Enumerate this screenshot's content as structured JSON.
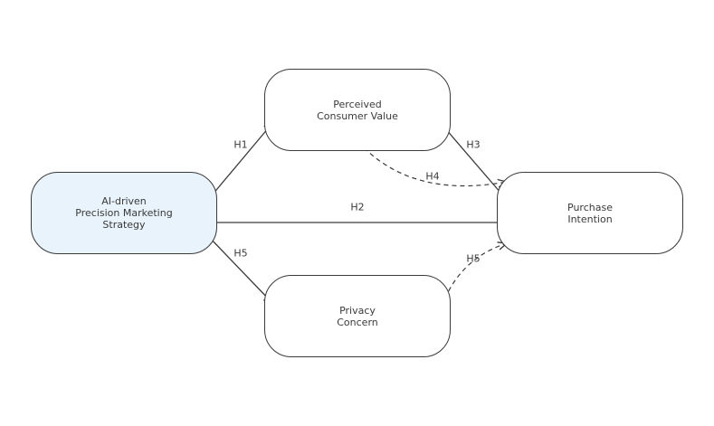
{
  "colors": {
    "stroke": "#3a3a3a",
    "accent_fill": "#e8f3fb",
    "background": "#ffffff"
  },
  "nodes": {
    "ai_strategy": {
      "lines": [
        "AI-driven",
        "Precision Marketing",
        "Strategy"
      ]
    },
    "perceived_value": {
      "lines": [
        "Perceived",
        "Consumer Value"
      ]
    },
    "privacy_concern": {
      "lines": [
        "Privacy",
        "Concern"
      ]
    },
    "purchase_intention": {
      "lines": [
        "Purchase",
        "Intention"
      ]
    }
  },
  "edges": {
    "h1": {
      "label": "H1",
      "style": "solid"
    },
    "h2": {
      "label": "H2",
      "style": "solid"
    },
    "h3": {
      "label": "H3",
      "style": "solid"
    },
    "h4": {
      "label": "H4",
      "style": "dashed"
    },
    "h5_privacy": {
      "label": "H5",
      "style": "solid"
    },
    "h5_mediation": {
      "label": "H5",
      "style": "dashed"
    }
  }
}
